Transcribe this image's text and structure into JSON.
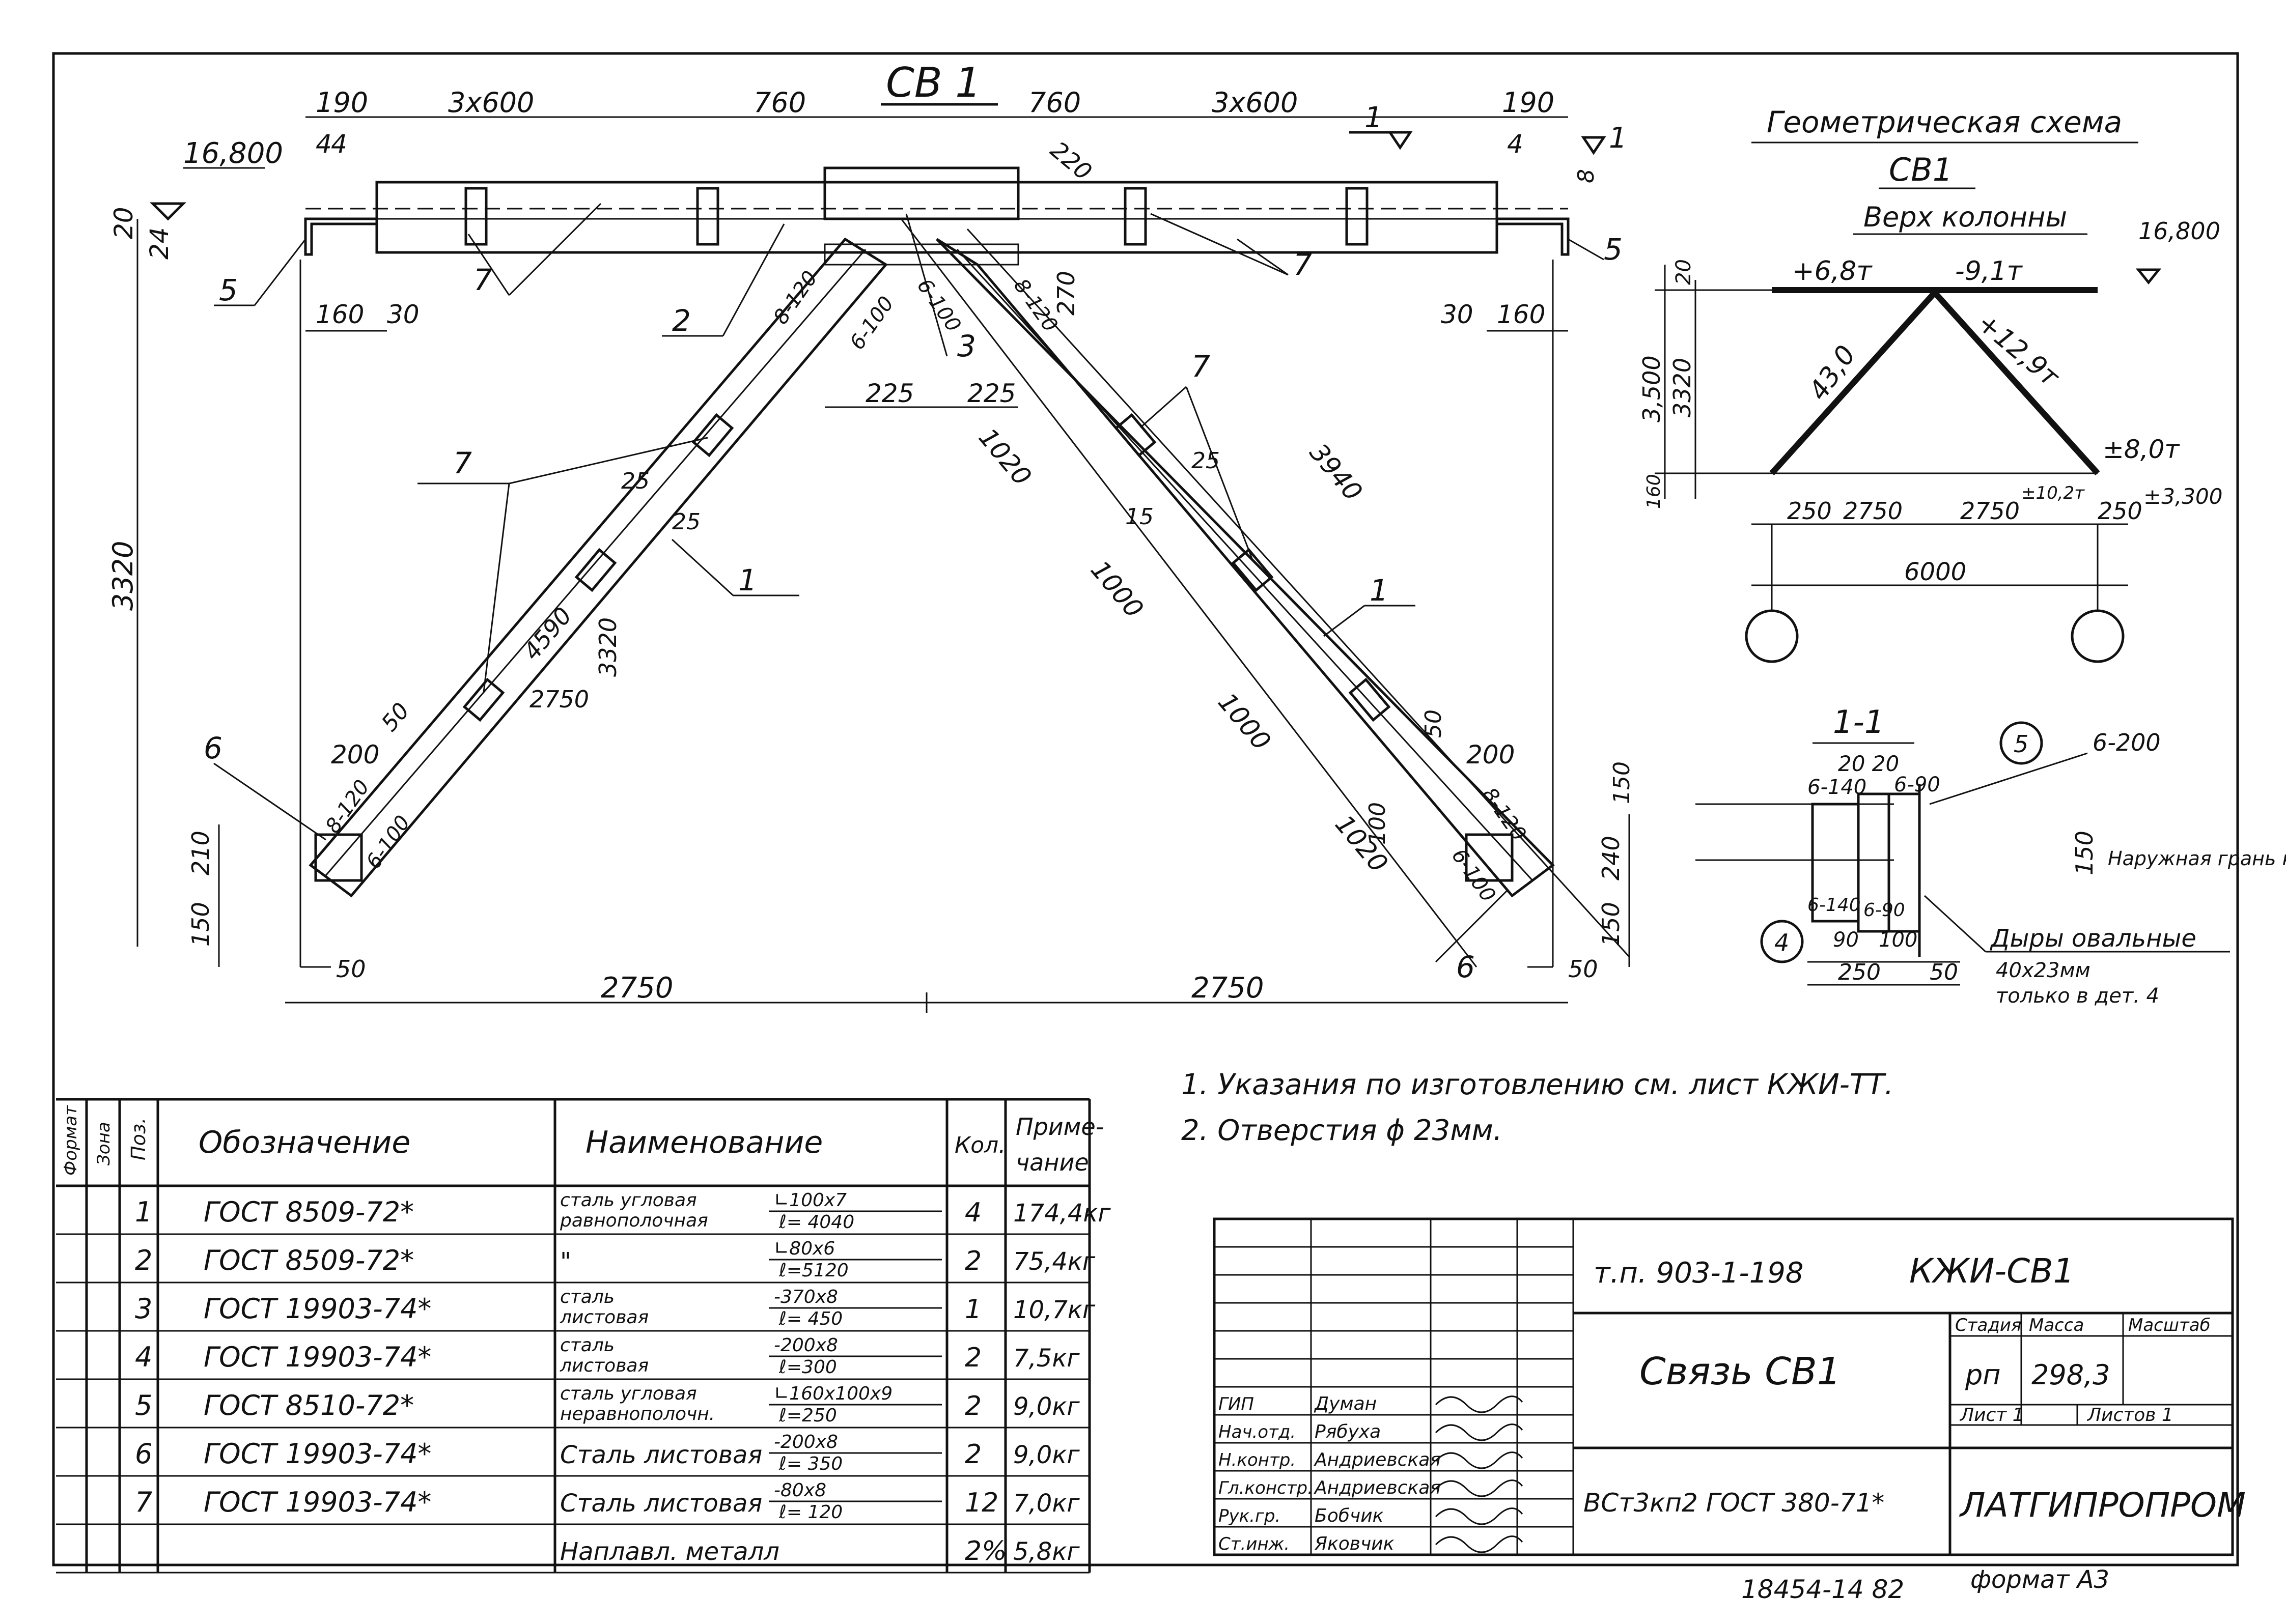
{
  "drawing": {
    "title": "СВ 1",
    "geo_title": "Геометрическая схема",
    "geo_sub": "СВ1",
    "geo_col_top": "Верх колонны",
    "level_top": "16,800",
    "level_geo": "16,800",
    "section_mark": "1",
    "section_title": "1-1",
    "dims": {
      "top": [
        "190",
        "3х600",
        "760",
        "760",
        "3х600",
        "190"
      ],
      "d4": "4",
      "d20": "20",
      "d24": "24",
      "d8": "8",
      "d160l": "160",
      "d30l": "30",
      "d30r": "30",
      "d160r": "160",
      "d220": "220",
      "d270": "270",
      "d225a": "225",
      "d225b": "225",
      "d1020a": "1020",
      "d1000a": "1000",
      "d1000b": "1000",
      "d1020b": "1020",
      "d3940": "3940",
      "d3320v": "3320",
      "d3320s": "3320",
      "d2750s": "2750",
      "d4590": "4590",
      "d25a": "25",
      "d25b": "25",
      "d25c": "25",
      "d15": "15",
      "d200l": "200",
      "d200r": "200",
      "d50l": "50",
      "d50r": "50",
      "d210": "210",
      "d150l": "150",
      "d150r": "150",
      "d240": "240",
      "d150t": "150",
      "d100": "100",
      "d50bl": "50",
      "d50br": "50",
      "bottom_l": "2750",
      "bottom_r": "2750"
    },
    "plates": {
      "p8120a": "8-120",
      "p8120b": "8-120",
      "p8120c": "8-120",
      "p8120d": "8-120",
      "p6100a": "6-100",
      "p6100b": "6-100",
      "p6100c": "6-100",
      "p6100d": "6-100"
    },
    "positions": {
      "p1a": "1",
      "p1b": "1",
      "p2": "2",
      "p3": "3",
      "p4": "4",
      "p4b": "4",
      "p5": "5",
      "p5b": "5",
      "p6a": "6",
      "p6b": "6",
      "p7a": "7",
      "p7b": "7",
      "p7c": "7",
      "p7d": "7"
    },
    "geo": {
      "f1": "+6,8т",
      "f2": "-9,1т",
      "f3": "43,0",
      "f4": "+12,9т",
      "f5": "±8,0т",
      "f6": "±10,2т",
      "h3500": "3,500",
      "h3320": "3320",
      "h20": "20",
      "h160": "160",
      "b250": "250",
      "b2750a": "2750",
      "b2750b": "2750",
      "b250b": "250",
      "b6000": "6000",
      "b300": "±3,300"
    },
    "section": {
      "s2020": "20  20",
      "s5": "5",
      "s6200": "6-200",
      "s6140": "6-140",
      "s690": "6-90",
      "s4": "4",
      "s6140b": "6-140",
      "s690b": "6-90",
      "s90": "90",
      "s100": "100",
      "s250": "250",
      "s50": "50",
      "s150": "150",
      "note_face": "Наружная грань колонны",
      "note_holes": "Дыры овальные",
      "note_holes2": "40х23мм",
      "note_holes3": "только в дет. 4"
    }
  },
  "notes": [
    "1. Указания по изготовлению  см. лист  КЖИ-ТТ.",
    "2. Отверстия  ϕ 23мм."
  ],
  "spec": {
    "headers": {
      "format": "Формат",
      "zone": "Зона",
      "pos": "Поз.",
      "designation": "Обозначение",
      "name": "Наименование",
      "qty": "Кол.",
      "note": "Приме- чание"
    },
    "rows": [
      {
        "pos": "1",
        "des": "ГОСТ 8509-72*",
        "name1": "сталь угловая",
        "name2": "равнополочная",
        "profile": "∟100х7",
        "len": "ℓ= 4040",
        "qty": "4",
        "note": "174,4кг"
      },
      {
        "pos": "2",
        "des": "ГОСТ 8509-72*",
        "name1": "\"",
        "name2": "",
        "profile": "∟80х6",
        "len": "ℓ=5120",
        "qty": "2",
        "note": "75,4кг"
      },
      {
        "pos": "3",
        "des": "ГОСТ 19903-74*",
        "name1": "сталь",
        "name2": "листовая",
        "profile": "-370х8",
        "len": "ℓ= 450",
        "qty": "1",
        "note": "10,7кг"
      },
      {
        "pos": "4",
        "des": "ГОСТ 19903-74*",
        "name1": "сталь",
        "name2": "листовая",
        "profile": "-200х8",
        "len": "ℓ=300",
        "qty": "2",
        "note": "7,5кг"
      },
      {
        "pos": "5",
        "des": "ГОСТ 8510-72*",
        "name1": "сталь угловая",
        "name2": "неравнополочн.",
        "profile": "∟160х100х9",
        "len": "ℓ=250",
        "qty": "2",
        "note": "9,0кг"
      },
      {
        "pos": "6",
        "des": "ГОСТ 19903-74*",
        "name1": "Сталь листовая",
        "name2": "",
        "profile": "-200х8",
        "len": "ℓ= 350",
        "qty": "2",
        "note": "9,0кг"
      },
      {
        "pos": "7",
        "des": "ГОСТ 19903-74*",
        "name1": "Сталь листовая",
        "name2": "",
        "profile": "-80х8",
        "len": "ℓ= 120",
        "qty": "12",
        "note": "7,0кг"
      },
      {
        "pos": "",
        "des": "",
        "name1": "Наплавл. металл",
        "name2": "",
        "profile": "",
        "len": "",
        "qty": "2%",
        "note": "5,8кг"
      }
    ]
  },
  "stamp": {
    "project": "т.п. 903-1-198",
    "code": "КЖИ-СВ1",
    "title": "Связь СВ1",
    "material": "ВСт3кп2 ГОСТ 380-71*",
    "stage_h": "Стадия",
    "mass_h": "Масса",
    "scale_h": "Масштаб",
    "stage": "рп",
    "mass": "298,3",
    "sheet": "Лист 1",
    "sheets": "Листов 1",
    "org": "ЛАТГИПРОПРОМ",
    "people": [
      {
        "role": "ГИП",
        "name": "Думан"
      },
      {
        "role": "Нач.отд.",
        "name": "Рябуха"
      },
      {
        "role": "Н.контр.",
        "name": "Андриевская"
      },
      {
        "role": "Гл.констр.",
        "name": "Андриевская"
      },
      {
        "role": "Рук.гр.",
        "name": "Бобчик"
      },
      {
        "role": "Ст.инж.",
        "name": "Яковчик"
      }
    ]
  },
  "footer": {
    "inv": "18454-14  82",
    "format": "формат А3"
  }
}
